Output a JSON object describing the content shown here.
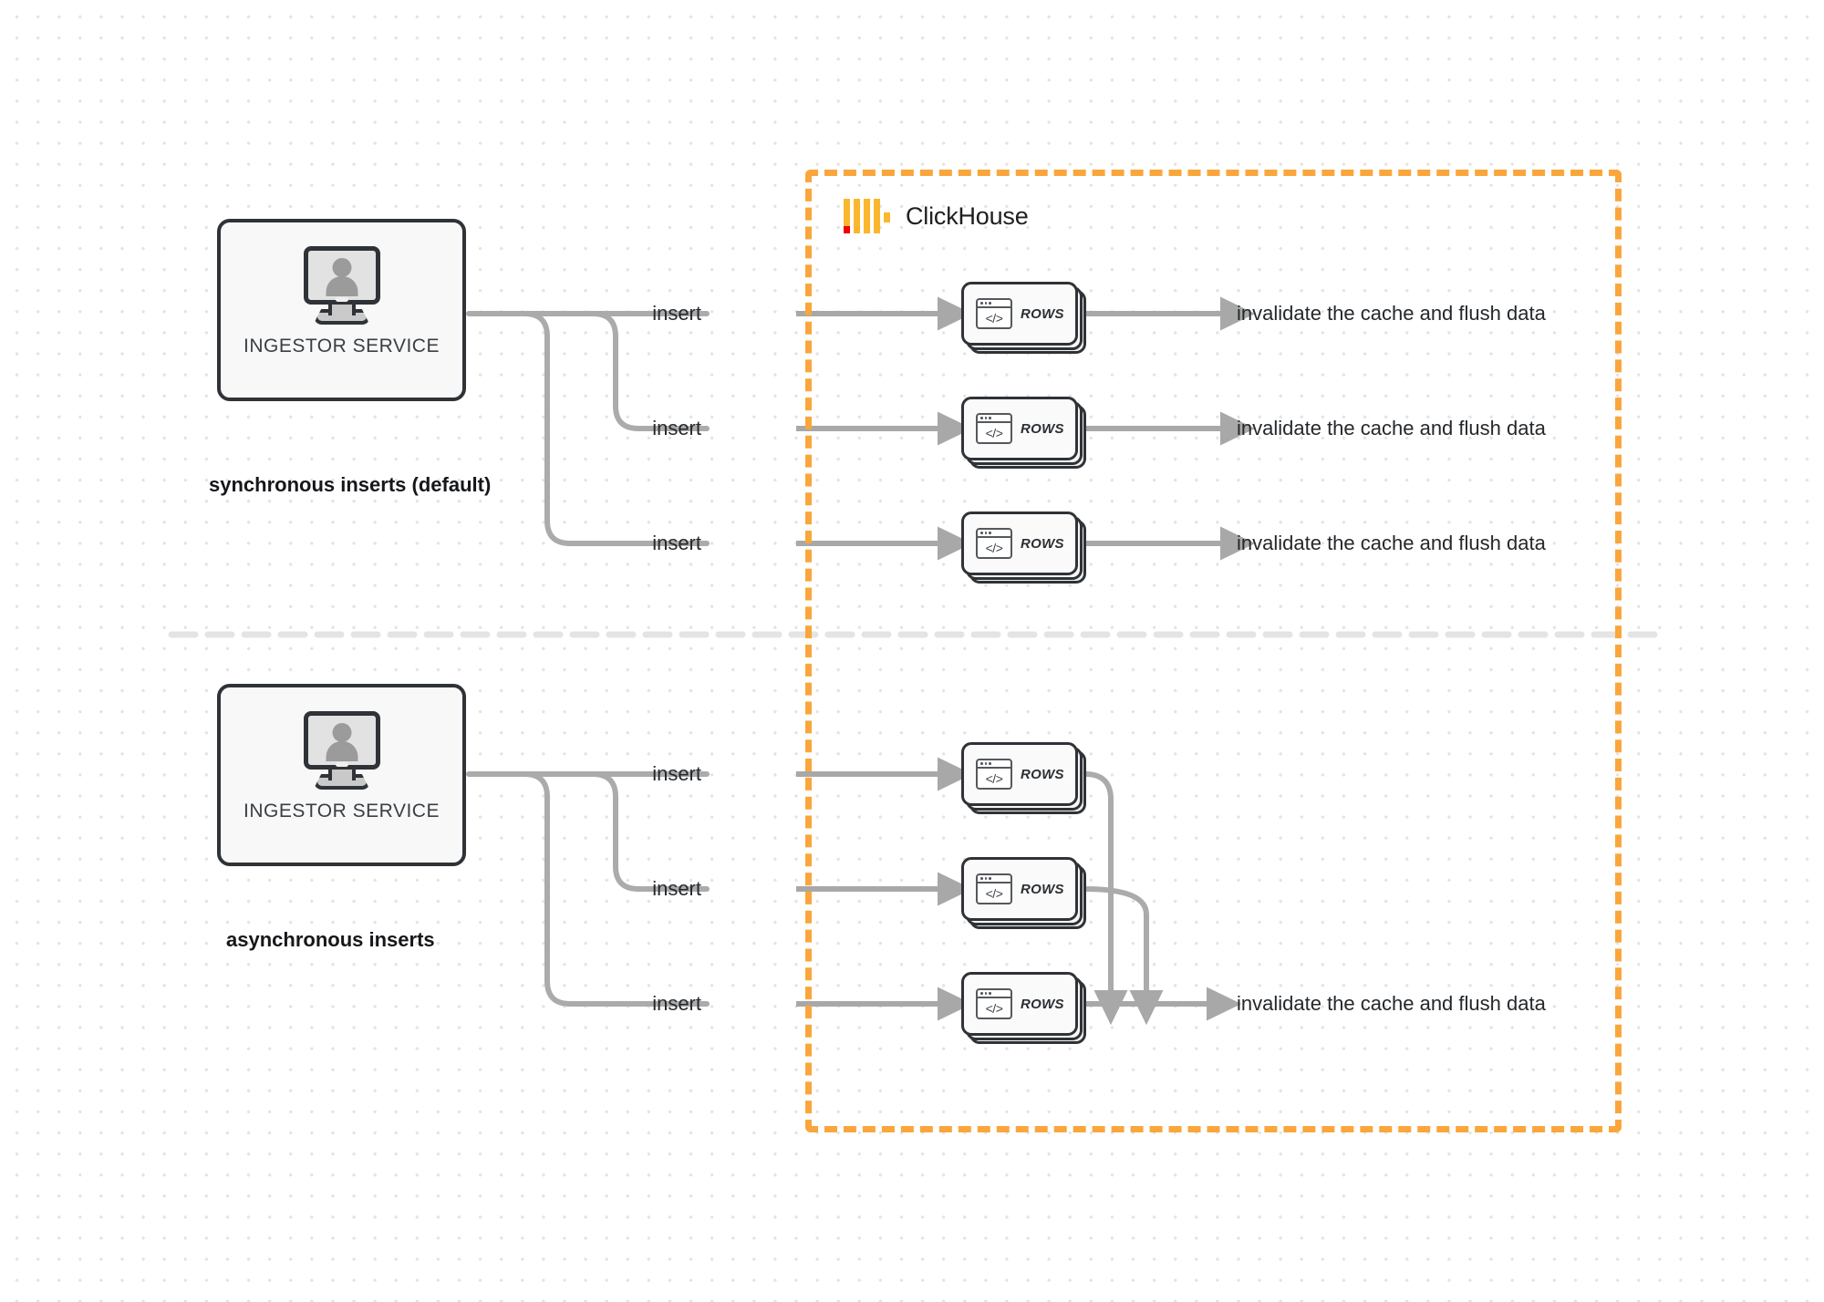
{
  "diagram": {
    "title": "ClickHouse synchronous vs asynchronous inserts",
    "background": {
      "color": "#ffffff",
      "dot_color": "#e3e3e3"
    },
    "colors": {
      "brand_orange": "#FAA63C",
      "logo_yellow": "#FAB72E",
      "logo_red": "#F00000",
      "connector_gray": "#ababab",
      "outline_dark": "#2f3337",
      "divider_gray": "#e2e2e2"
    }
  },
  "clickhouse": {
    "brand_name": "ClickHouse",
    "logo_icon": "clickhouse-logo-icon"
  },
  "sections": [
    {
      "id": "synchronous",
      "label": "synchronous inserts (default)",
      "service": {
        "label": "INGESTOR SERVICE",
        "icon": "monitor-user-icon"
      },
      "rows": [
        {
          "insert_label": "insert",
          "card_label": "ROWS",
          "card_icon": "code-window-icon",
          "output_label": "invalidate the cache and flush data"
        },
        {
          "insert_label": "insert",
          "card_label": "ROWS",
          "card_icon": "code-window-icon",
          "output_label": "invalidate the cache and flush data"
        },
        {
          "insert_label": "insert",
          "card_label": "ROWS",
          "card_icon": "code-window-icon",
          "output_label": "invalidate the cache and flush data"
        }
      ]
    },
    {
      "id": "asynchronous",
      "label": "asynchronous inserts",
      "service": {
        "label": "INGESTOR SERVICE",
        "icon": "monitor-user-icon"
      },
      "rows": [
        {
          "insert_label": "insert",
          "card_label": "ROWS",
          "card_icon": "code-window-icon",
          "output_label": ""
        },
        {
          "insert_label": "insert",
          "card_label": "ROWS",
          "card_icon": "code-window-icon",
          "output_label": ""
        },
        {
          "insert_label": "insert",
          "card_label": "ROWS",
          "card_icon": "code-window-icon",
          "output_label": "invalidate the cache and flush data"
        }
      ]
    }
  ]
}
